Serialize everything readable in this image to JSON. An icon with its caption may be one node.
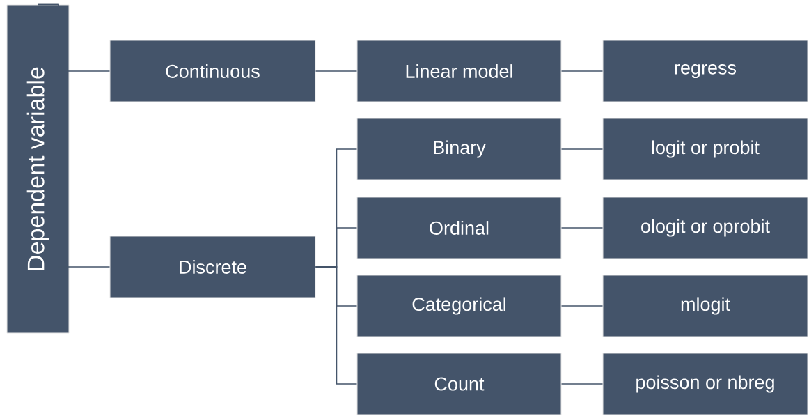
{
  "diagram": {
    "nodes": [
      {
        "text": [
          "Dependent variable"
        ]
      },
      {
        "text": [
          "Continuous"
        ]
      },
      {
        "text": [
          "Discrete"
        ]
      },
      {
        "text": [
          "Linear model"
        ]
      },
      {
        "text": [
          "regress"
        ]
      },
      {
        "text": [
          "Binary"
        ]
      },
      {
        "text": [
          "logit or probit"
        ]
      },
      {
        "text": [
          "Ordinal"
        ]
      },
      {
        "text": [
          "ologit or oprobit"
        ]
      },
      {
        "text": [
          "Categorical"
        ]
      },
      {
        "text": [
          "mlogit"
        ]
      },
      {
        "text": [
          "Count"
        ]
      },
      {
        "text": [
          "poisson or nbreg"
        ]
      }
    ],
    "edges": [
      {
        "from": 0,
        "to": 1,
        "arrow": "none"
      },
      {
        "from": 0,
        "to": 2,
        "arrow": "none"
      },
      {
        "from": 1,
        "to": 3,
        "arrow": "none"
      },
      {
        "from": 3,
        "to": 4,
        "arrow": "none"
      },
      {
        "from": 2,
        "to": 5,
        "arrow": "none"
      },
      {
        "from": 2,
        "to": 7,
        "arrow": "none"
      },
      {
        "from": 2,
        "to": 9,
        "arrow": "none"
      },
      {
        "from": 2,
        "to": 11,
        "arrow": "none"
      },
      {
        "from": 5,
        "to": 6,
        "arrow": "none"
      },
      {
        "from": 7,
        "to": 8,
        "arrow": "none"
      },
      {
        "from": 9,
        "to": 10,
        "arrow": "none"
      },
      {
        "from": 11,
        "to": 12,
        "arrow": "none"
      }
    ]
  }
}
